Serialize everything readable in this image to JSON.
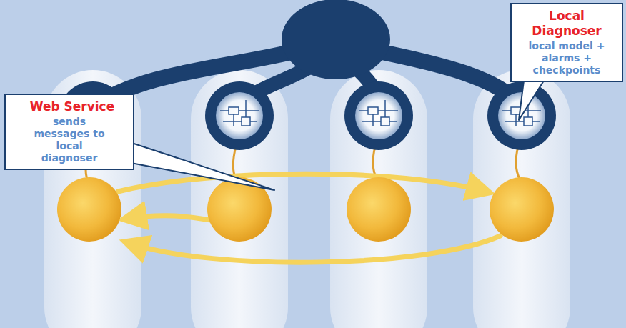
{
  "diagram": {
    "nodes": [
      {
        "text": [
          "Local Diagnoser",
          "local model + alarms + checkpoints"
        ]
      },
      {
        "text": [
          "Web Service",
          "sends messages to local diagnoser"
        ]
      }
    ]
  }
}
